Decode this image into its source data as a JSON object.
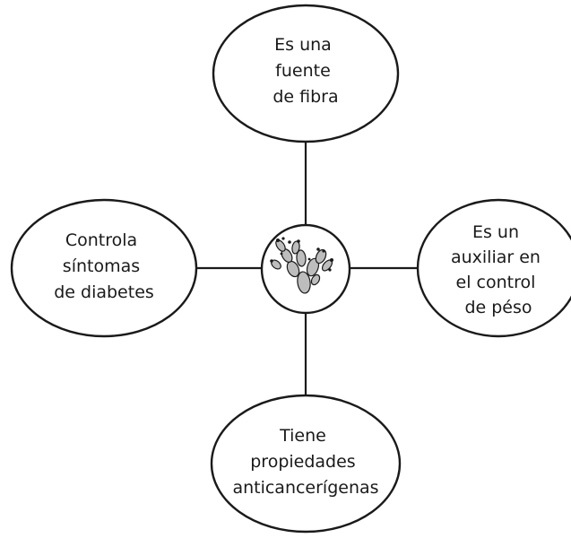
{
  "diagram": {
    "center": {
      "icon": "nopal-cactus-icon"
    },
    "nodes": {
      "top": {
        "lines": [
          "Es una",
          "fuente",
          "de fibra"
        ]
      },
      "left": {
        "lines": [
          "Controla",
          "síntomas",
          "de diabetes"
        ]
      },
      "right": {
        "lines": [
          "Es un",
          "auxiliar en",
          "el control",
          "de péso"
        ]
      },
      "bottom": {
        "lines": [
          "Tiene",
          "propiedades",
          "anticancerígenas"
        ]
      }
    }
  },
  "colors": {
    "stroke": "#1a1a1a",
    "text": "#1a1a1a",
    "cactus_fill": "#bdbdbd"
  }
}
